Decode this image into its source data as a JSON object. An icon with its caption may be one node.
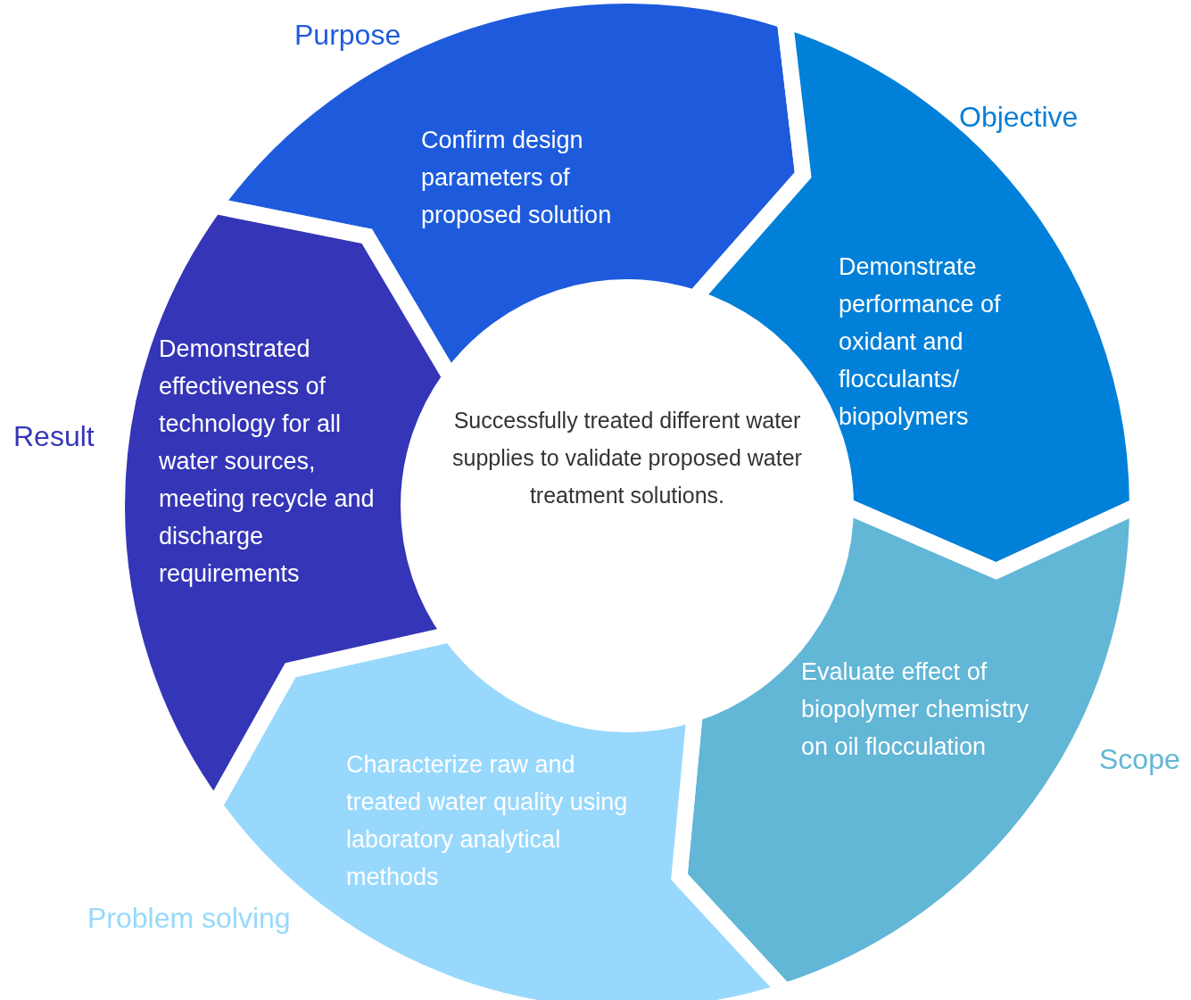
{
  "diagram": {
    "nodes": [
      {
        "text": [
          "Purpose",
          "Confirm design parameters of proposed solution"
        ]
      },
      {
        "text": [
          "Objective",
          "Demonstrate performance of oxidant and flocculants/ biopolymers"
        ]
      },
      {
        "text": [
          "Scope",
          "Evaluate effect of biopolymer chemistry on oil flocculation"
        ]
      },
      {
        "text": [
          "Problem solving",
          "Characterize raw and treated water quality using laboratory analytical methods"
        ]
      },
      {
        "text": [
          "Result",
          "Demonstrated effectiveness of technology for all water sources, meeting recycle and discharge requirements"
        ]
      },
      {
        "text": [
          "Successfully treated different water supplies to validate proposed water treatment solutions."
        ]
      }
    ]
  }
}
